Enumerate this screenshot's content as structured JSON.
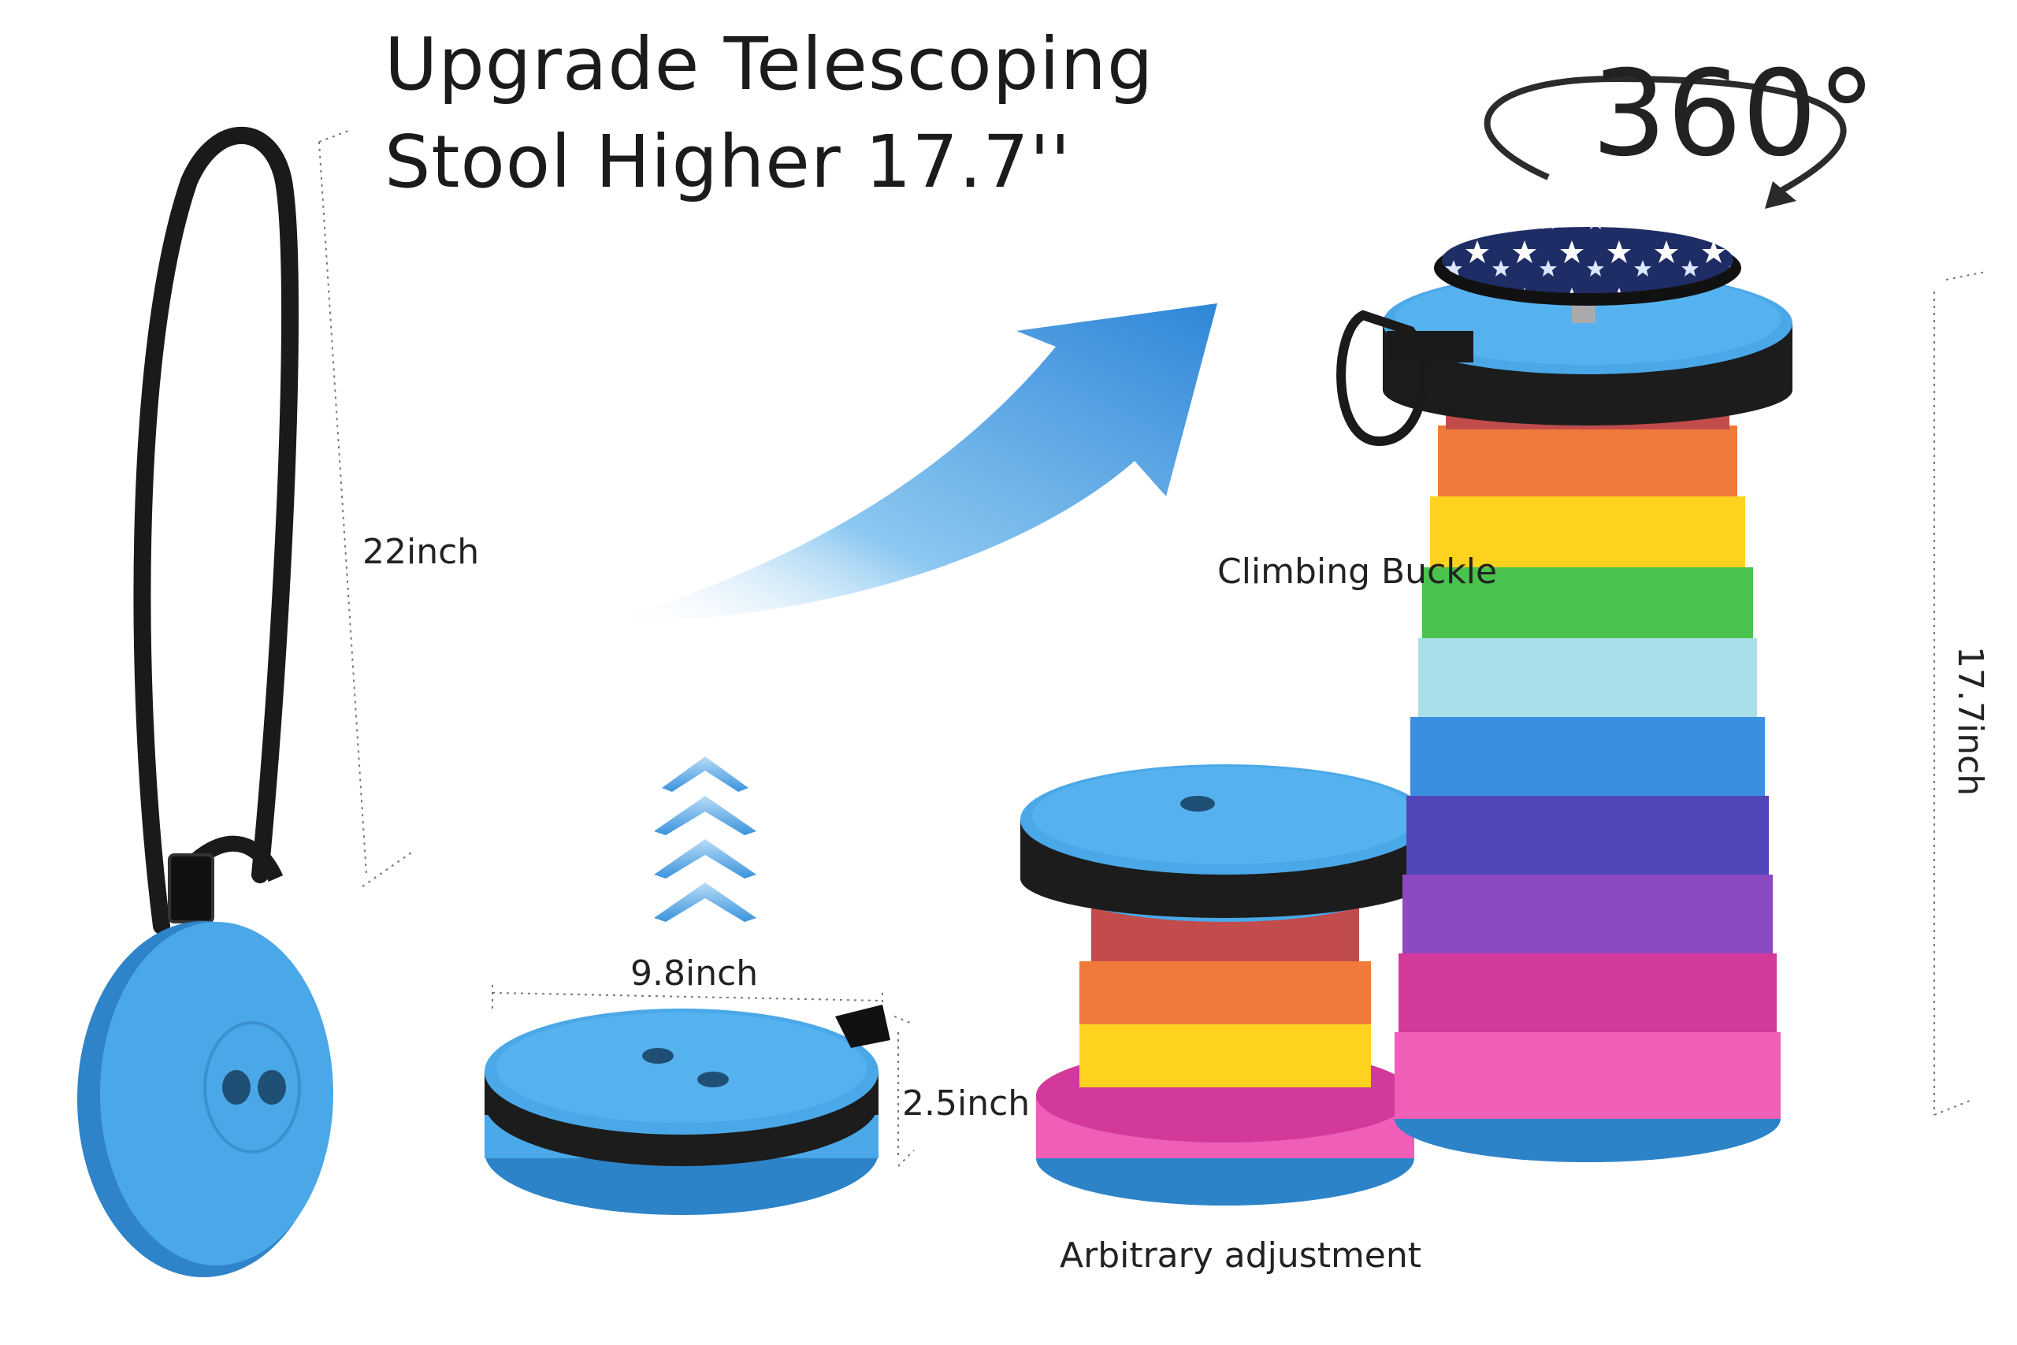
{
  "title": {
    "line1": "Upgrade Telescoping",
    "line2": "Stool Higher 17.7''"
  },
  "rotation": {
    "value": "360°"
  },
  "labels": {
    "height_folded_strap": "22inch",
    "diameter": "9.8inch",
    "thickness": "2.5inch",
    "climbing_buckle": "Climbing Buckle",
    "arbitrary": "Arbitrary adjustment",
    "height_extended": "17.7inch"
  },
  "colors": {
    "accent_blue": "#3a9ce0",
    "stool_blue": "#45a6e6",
    "strap_black": "#1a1a1a",
    "layers": [
      "#c24b4b",
      "#ef7a3a",
      "#ffd21f",
      "#49c34d",
      "#a8dfe8",
      "#3b8fe0",
      "#5046b8",
      "#8d49bf",
      "#d2399b",
      "#ef5eb7"
    ]
  }
}
